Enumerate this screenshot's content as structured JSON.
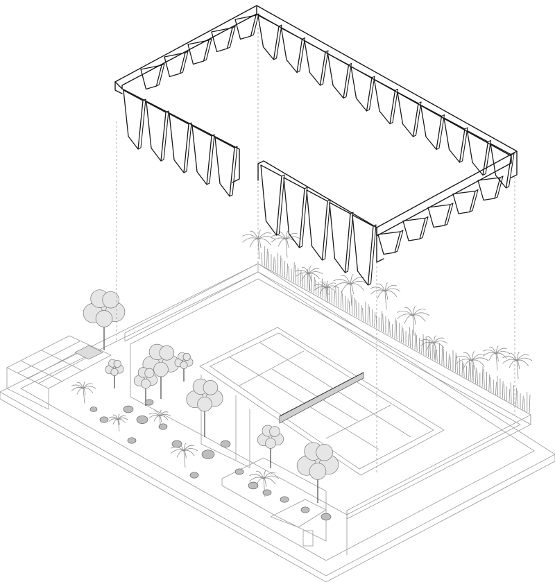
{
  "figure": {
    "kind": "exploded axonometric drawing",
    "components": [
      "canopy-frame",
      "site-plan",
      "tennis-court",
      "garden",
      "perimeter-wall",
      "hedge",
      "palms",
      "trees",
      "pergola"
    ],
    "colors": {
      "line": "#1a1a1a",
      "light_line": "#9a9a9a",
      "tree_fill": "#e6e6e6",
      "shrub_fill": "#bdbdbd",
      "background": "#ffffff"
    }
  }
}
